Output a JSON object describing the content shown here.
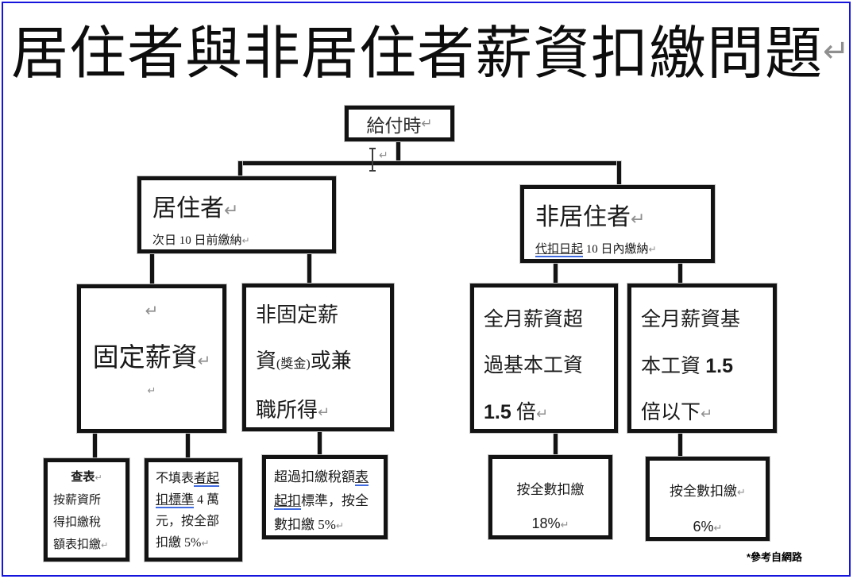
{
  "page": {
    "title": "居住者與非居住者薪資扣繳問題",
    "footnote": "*參考自網路",
    "border_color": "#1414dd",
    "underline_color": "#3f6ae0",
    "mark_color": "#8f8f8f"
  },
  "glyphs": {
    "return_mark": "↵"
  },
  "nodes": {
    "pay_time": {
      "label": "給付時"
    },
    "resident": {
      "heading": "居住者",
      "sub": "次日 10 日前繳納"
    },
    "nonresident": {
      "heading": "非居住者",
      "sub_underlined": "代扣日起",
      "sub_rest": " 10 日內繳納"
    },
    "fixed_salary": {
      "heading": "固定薪資"
    },
    "nonfixed_salary": {
      "line1": "非固定薪",
      "line2_pre": "資",
      "line2_small": "(獎金)",
      "line2_post": "或兼",
      "line3": "職所得"
    },
    "over_basic": {
      "line1": "全月薪資超",
      "line2": "過基本工資",
      "line3_bold": "1.5",
      "line3_post": " 倍"
    },
    "under_basic": {
      "line1": "全月薪資基",
      "line2_pre": "本工資 ",
      "line2_bold": "1.5",
      "line3": "倍以下"
    },
    "lookup_table": {
      "title": "查表",
      "line1": "按薪資所",
      "line2": "得扣繳稅",
      "line3": "額表扣繳"
    },
    "no_table": {
      "line1_pre": "不填表",
      "line1_u": "者起",
      "line2_u": "扣標準",
      "line2_post": " 4 萬",
      "line3": "元，按全部",
      "line4": "扣繳 5%"
    },
    "over_threshold": {
      "line1_pre": "超過扣繳稅額",
      "line1_u": "表",
      "line2_u": "起扣",
      "line2_post": "標準，按全",
      "line3": "數扣繳 5%"
    },
    "withhold_18": {
      "line1": "按全數扣繳",
      "line2": "18%"
    },
    "withhold_6": {
      "line1": "按全數扣繳",
      "line2": "6%"
    }
  }
}
